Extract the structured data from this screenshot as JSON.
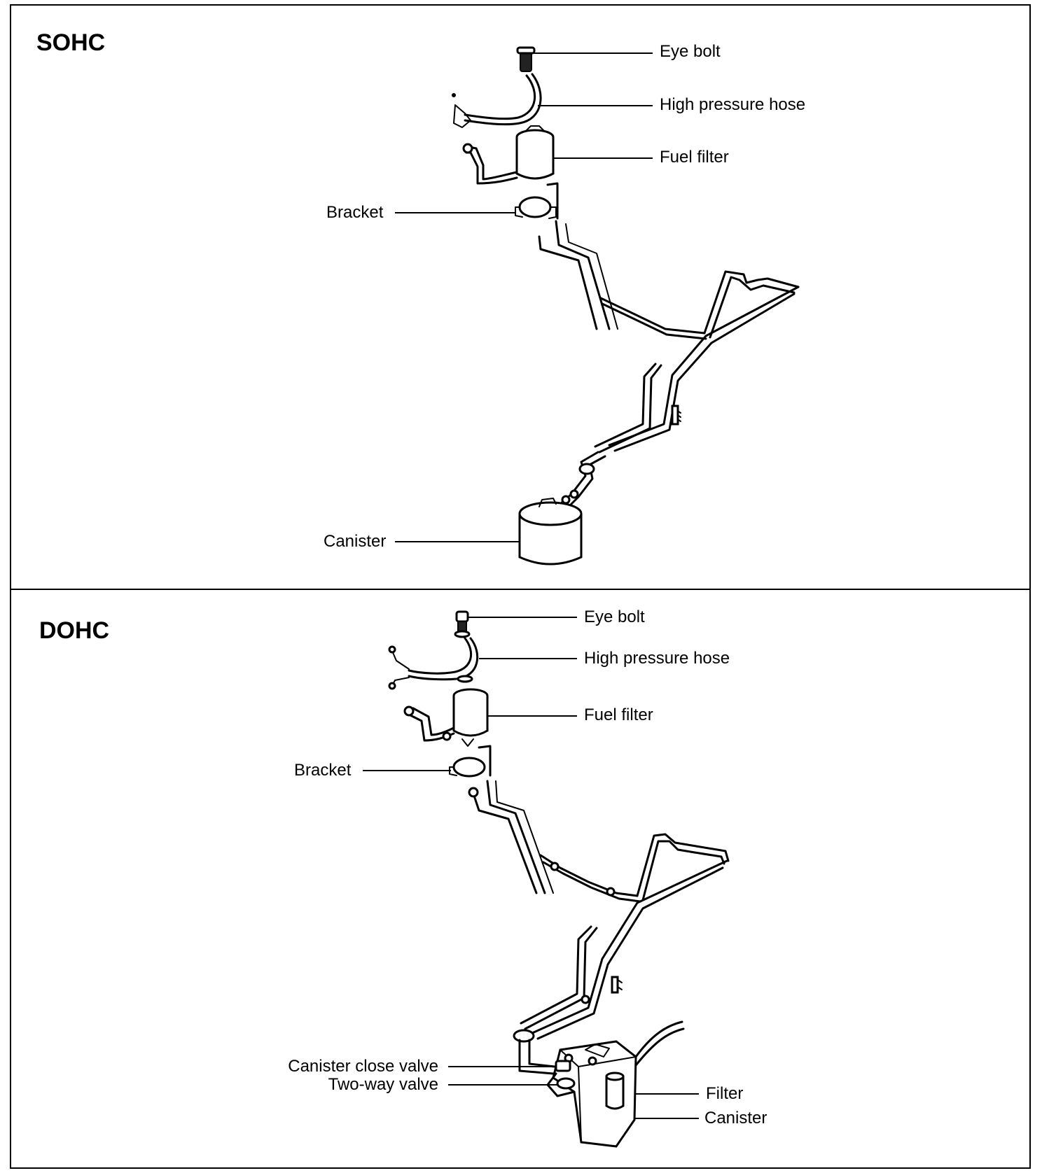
{
  "sohc": {
    "title": "SOHC",
    "labels": {
      "eye_bolt": "Eye bolt",
      "high_pressure_hose": "High pressure hose",
      "fuel_filter": "Fuel filter",
      "bracket": "Bracket",
      "canister": "Canister"
    }
  },
  "dohc": {
    "title": "DOHC",
    "labels": {
      "eye_bolt": "Eye bolt",
      "high_pressure_hose": "High pressure hose",
      "fuel_filter": "Fuel filter",
      "bracket": "Bracket",
      "canister_close_valve": "Canister close valve",
      "two_way_valve": "Two-way valve",
      "filter": "Filter",
      "canister": "Canister"
    }
  }
}
